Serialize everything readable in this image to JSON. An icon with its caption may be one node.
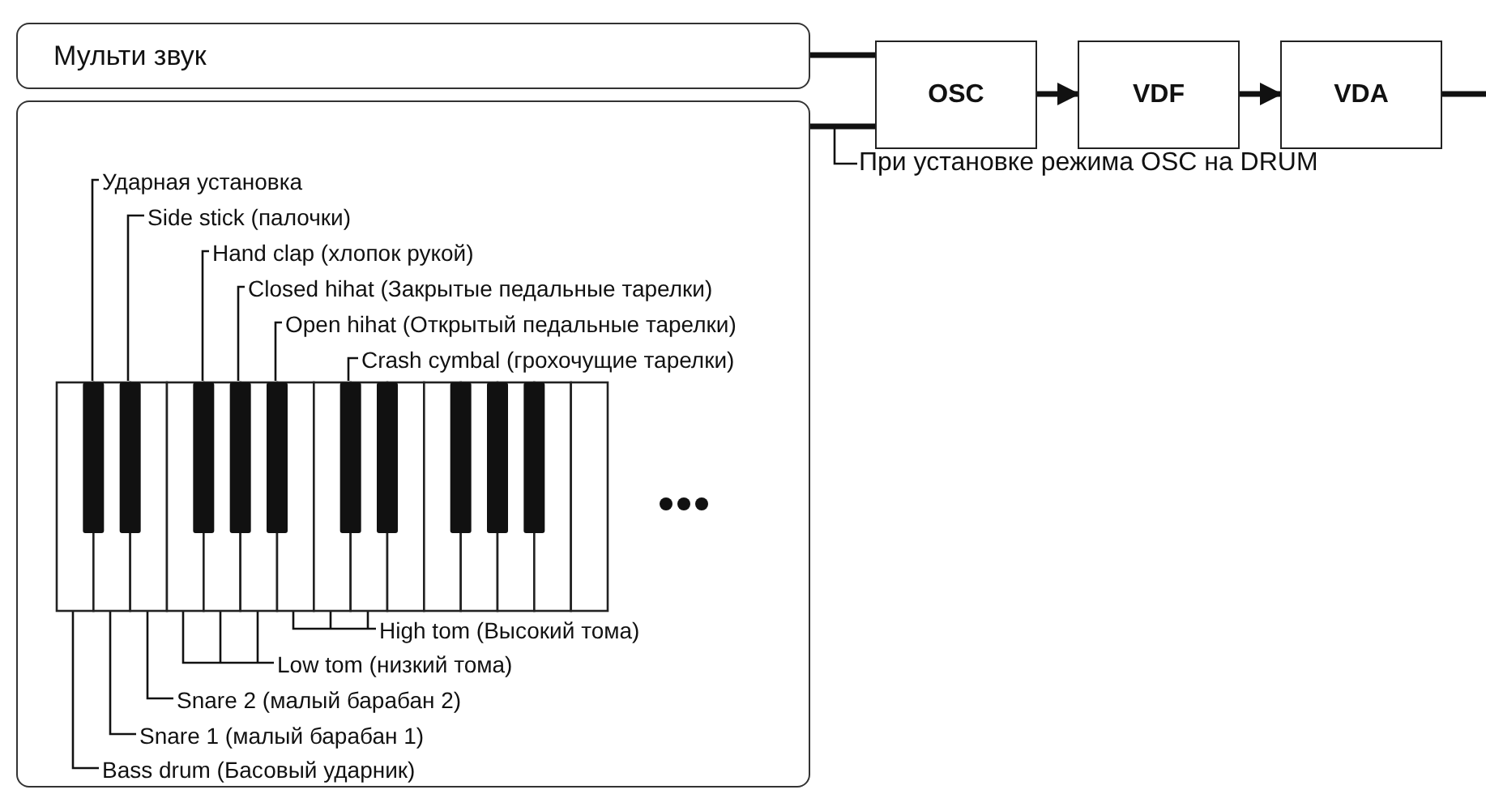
{
  "diagram": {
    "nodes": [
      {
        "text": [
          "Мульти звук"
        ]
      },
      {
        "text": [],
        "shape": "box"
      },
      {
        "text": [
          "OSC"
        ]
      },
      {
        "text": [
          "VDF"
        ]
      },
      {
        "text": [
          "VDA"
        ]
      },
      {
        "text": [
          "При установке режима OSC на DRUM"
        ]
      },
      {
        "text": [],
        "shape": "picture",
        "in": 1
      },
      {
        "text": [
          "Ударная установка"
        ],
        "in": 1
      },
      {
        "text": [
          "Side stick (палочки)"
        ],
        "in": 1
      },
      {
        "text": [
          "Hand clap (хлопок рукой)"
        ],
        "in": 1
      },
      {
        "text": [
          "Closed hihat (Закрытые педальные тарелки)"
        ],
        "in": 1
      },
      {
        "text": [
          "Open hihat (Открытый педальные тарелки)"
        ],
        "in": 1
      },
      {
        "text": [
          "Crash cymbal (грохочущие тарелки)"
        ],
        "in": 1
      },
      {
        "text": [
          "High tom (Высокий тома)"
        ],
        "in": 1
      },
      {
        "text": [
          "Low tom (низкий тома)"
        ],
        "in": 1
      },
      {
        "text": [
          "Snare 2 (малый барабан 2)"
        ],
        "in": 1
      },
      {
        "text": [
          "Snare 1 (малый барабан 1)"
        ],
        "in": 1
      },
      {
        "text": [
          "Bass drum (Басовый ударник)"
        ],
        "in": 1
      }
    ],
    "edges": [
      {
        "from": 0,
        "to": 2,
        "arrow": "none",
        "style": "thick"
      },
      {
        "from": 1,
        "to": 2,
        "arrow": "none",
        "style": "thick"
      },
      {
        "from": 2,
        "to": 3,
        "arrow": "to",
        "style": "thick"
      },
      {
        "from": 3,
        "to": 4,
        "arrow": "to",
        "style": "thick"
      },
      {
        "from": 4,
        "to": null,
        "arrow": "none",
        "style": "thick"
      },
      {
        "from": 5,
        "to": null,
        "arrow": "none"
      },
      {
        "from": 7,
        "to": 6,
        "arrow": "none"
      },
      {
        "from": 8,
        "to": 6,
        "arrow": "none"
      },
      {
        "from": 9,
        "to": 6,
        "arrow": "none"
      },
      {
        "from": 10,
        "to": 6,
        "arrow": "none"
      },
      {
        "from": 11,
        "to": 6,
        "arrow": "none"
      },
      {
        "from": 12,
        "to": 6,
        "arrow": "none"
      },
      {
        "from": 13,
        "to": 6,
        "arrow": "none"
      },
      {
        "from": 14,
        "to": 6,
        "arrow": "none"
      },
      {
        "from": 15,
        "to": 6,
        "arrow": "none"
      },
      {
        "from": 16,
        "to": 6,
        "arrow": "none"
      },
      {
        "from": 17,
        "to": 6,
        "arrow": "none"
      }
    ]
  }
}
